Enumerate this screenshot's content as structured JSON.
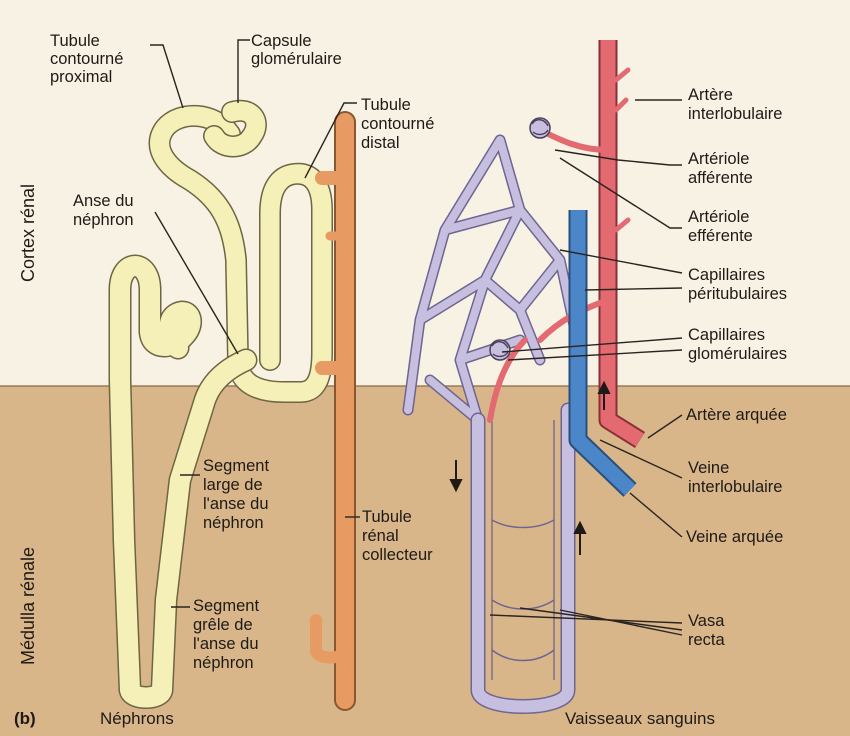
{
  "panel_letter": "(b)",
  "zones": {
    "cortex": "Cortex rénal",
    "medulla": "Médulla rénale"
  },
  "captions": {
    "left": "Néphrons",
    "right": "Vaisseaux sanguins"
  },
  "labels": {
    "tubule_proximal": [
      "Tubule",
      "contourné",
      "proximal"
    ],
    "capsule": [
      "Capsule",
      "glomérulaire"
    ],
    "tubule_distal": [
      "Tubule",
      "contourné",
      "distal"
    ],
    "anse": [
      "Anse du",
      "néphron"
    ],
    "segment_large": [
      "Segment",
      "large de",
      "l'anse du",
      "néphron"
    ],
    "segment_grele": [
      "Segment",
      "grêle de",
      "l'anse du",
      "néphron"
    ],
    "tubule_collecteur": [
      "Tubule",
      "rénal",
      "collecteur"
    ],
    "artere_interlobulaire": [
      "Artère",
      "interlobulaire"
    ],
    "arteriole_afferente": [
      "Artériole",
      "afférente"
    ],
    "arteriole_efferente": [
      "Artériole",
      "efférente"
    ],
    "capillaires_peritubulaires": [
      "Capillaires",
      "péritubulaires"
    ],
    "capillaires_glomerulaires": [
      "Capillaires",
      "glomérulaires"
    ],
    "artere_arquee": [
      "Artère arquée"
    ],
    "veine_interlobulaire": [
      "Veine",
      "interlobulaire"
    ],
    "veine_arquee": [
      "Veine arquée"
    ],
    "vasa_recta": [
      "Vasa",
      "recta"
    ]
  },
  "colors": {
    "cortex_bg": "#f7f2e4",
    "medulla_bg": "#d8b68a",
    "nephron_tubule": "#f5efb8",
    "collecting_duct": "#e79a62",
    "artery": "#e46a72",
    "vein": "#4a86c8",
    "capillary": "#c6bfe0"
  }
}
